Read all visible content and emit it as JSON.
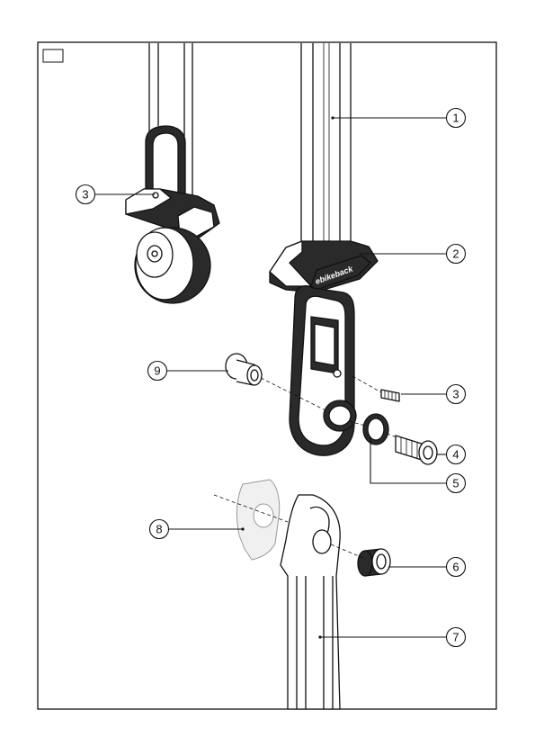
{
  "figure": {
    "brand_logo_text": "ebikeback",
    "callouts": [
      {
        "id": "callout-1",
        "label": "1",
        "part": "arm-tube"
      },
      {
        "id": "callout-2",
        "label": "2",
        "part": "clamp-block"
      },
      {
        "id": "callout-3a",
        "label": "3",
        "part": "set-screw-left-view"
      },
      {
        "id": "callout-3b",
        "label": "3",
        "part": "set-screw"
      },
      {
        "id": "callout-4",
        "label": "4",
        "part": "pivot-bolt"
      },
      {
        "id": "callout-5",
        "label": "5",
        "part": "spring-washer"
      },
      {
        "id": "callout-6",
        "label": "6",
        "part": "spacer-bushing"
      },
      {
        "id": "callout-7",
        "label": "7",
        "part": "lower-arm"
      },
      {
        "id": "callout-8",
        "label": "8",
        "part": "mounting-plate"
      },
      {
        "id": "callout-9",
        "label": "9",
        "part": "flanged-bushing"
      }
    ],
    "colors": {
      "line": "#111111",
      "dark": "#2a2a2a",
      "fill": "#ffffff",
      "plate": "#f0f0f0",
      "plate_line": "#9a9a9a"
    }
  }
}
